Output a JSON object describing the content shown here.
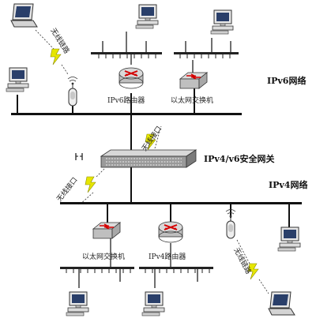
{
  "labels": {
    "ipv6_network": "IPv6网络",
    "ipv4_network": "IPv4网络",
    "gateway": "IPv4/v6安全网关",
    "wireless_link_top": "无线链路",
    "wireless_port_top": "无线接口",
    "wireless_port_mid": "无线接口",
    "wireless_link_bottom": "无线链路",
    "ipv6_router": "IPv6路由器",
    "ipv6_switch": "以太网交换机",
    "ipv4_switch": "以太网交换机",
    "ipv4_router": "IPv4路由器"
  },
  "icons": {
    "laptop": "laptop-icon",
    "desktop": "desktop-computer-icon",
    "router": "router-icon",
    "switch": "switch-icon",
    "access_point": "wireless-access-point-icon",
    "gateway": "security-gateway-icon",
    "lightning": "wireless-link-icon"
  },
  "colors": {
    "line": "#111111",
    "router_body": "#c0c0c0",
    "router_arrow": "#d40000",
    "lightning": "#e6e600",
    "screen": "#2a3f6a"
  }
}
